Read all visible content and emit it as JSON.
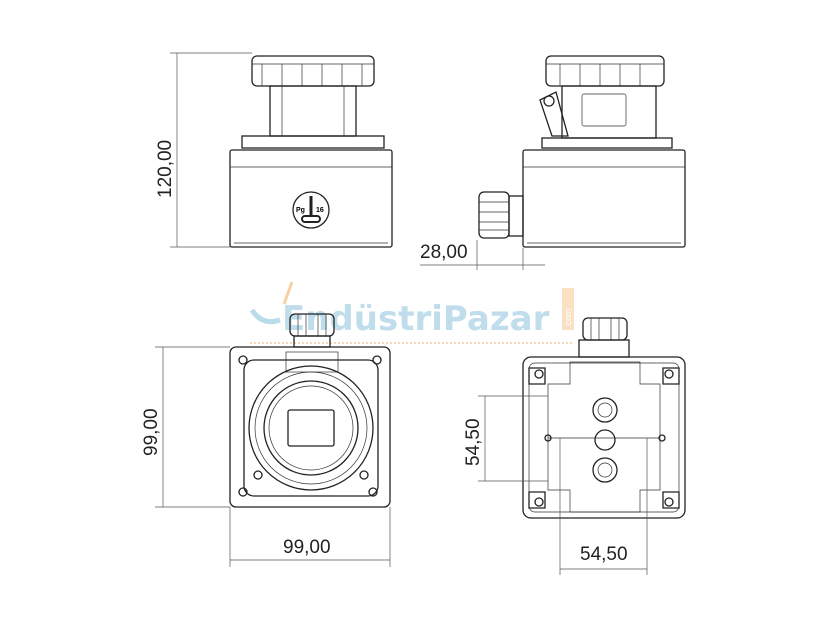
{
  "dimensions": {
    "front_height": "120,00",
    "gland_length": "28,00",
    "face_height": "99,00",
    "face_width": "99,00",
    "hole_spacing_vertical": "54,50",
    "hole_spacing_horizontal": "54,50"
  },
  "symbol": {
    "left": "Pg",
    "right": "16"
  },
  "watermark": {
    "text": "EndüstriPazar",
    "suffix": ".com"
  },
  "colors": {
    "line": "#222222",
    "watermark_blue": "#8cc3dc",
    "watermark_orange": "#f2b36b"
  }
}
